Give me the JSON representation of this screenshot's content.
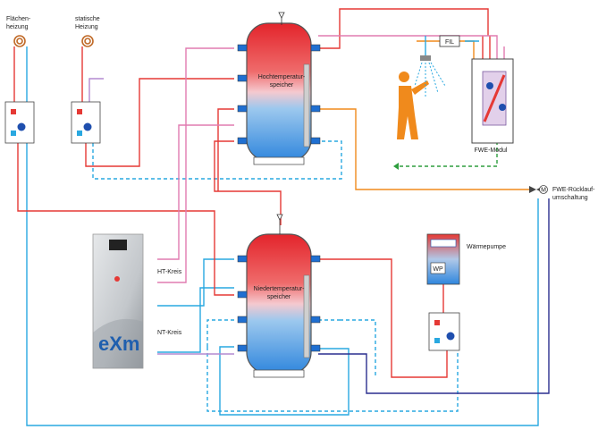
{
  "labels": {
    "floor_heating": [
      "Flächen-",
      "heizung"
    ],
    "static_heating": [
      "statische",
      "Heizung"
    ],
    "ht_tank": [
      "Hochtemperatur-",
      "speicher"
    ],
    "nt_tank": [
      "Niedertemperatur-",
      "speicher"
    ],
    "fwe_module": "FWE-Modul",
    "fwe_return": [
      "FWE-Rücklauf-",
      "umschaltung"
    ],
    "filter": "FIL",
    "heat_pump": "Wärmepumpe",
    "heat_pump_badge": "WP",
    "ht_circuit": "HT-Kreis",
    "nt_circuit": "NT-Kreis",
    "exm_logo": "eXm",
    "motor_valve": "M"
  },
  "colors": {
    "hot": "#e53935",
    "cold": "#29a8e0",
    "warm_return": "#f08a1c",
    "pink": "#e07bb0",
    "lilac": "#b48ad0",
    "navy": "#2a2f8f",
    "green": "#2e9e3e",
    "tank_border": "#555555",
    "cabinet": "#cfd2d6"
  }
}
